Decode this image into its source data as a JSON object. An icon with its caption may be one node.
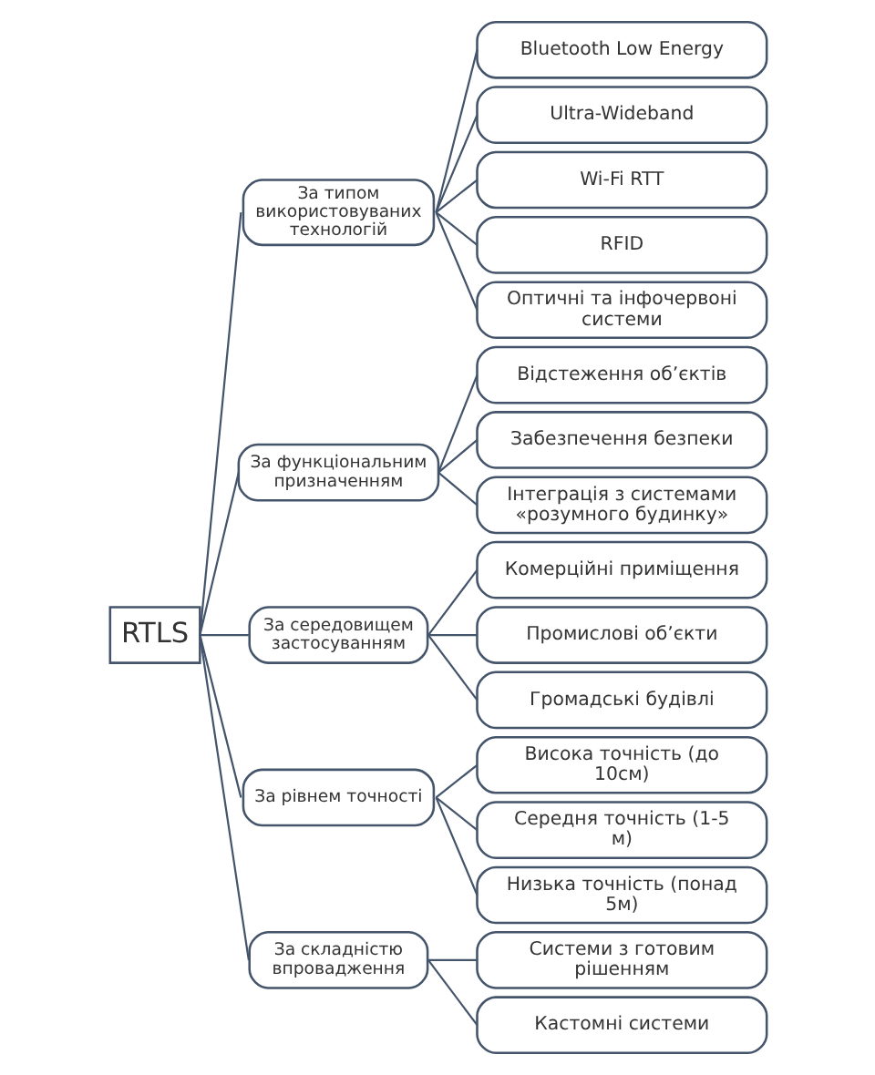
{
  "diagram": {
    "nodes": [
      {
        "text": [
          "RTLS"
        ]
      },
      {
        "text": [
          "За типом використовуваних технологій"
        ]
      },
      {
        "text": [
          "Bluetooth Low Energy"
        ]
      },
      {
        "text": [
          "Ultra-Wideband"
        ]
      },
      {
        "text": [
          "Wi-Fi RTT"
        ]
      },
      {
        "text": [
          "RFID"
        ]
      },
      {
        "text": [
          "Оптичні та інфочервоні системи"
        ]
      },
      {
        "text": [
          "За функціональним призначенням"
        ]
      },
      {
        "text": [
          "Відстеження об’єктів"
        ]
      },
      {
        "text": [
          "Забезпечення безпеки"
        ]
      },
      {
        "text": [
          "Інтеграція з системами «розумного будинку»"
        ]
      },
      {
        "text": [
          "За середовищем застосуванням"
        ]
      },
      {
        "text": [
          "Комерційні приміщення"
        ]
      },
      {
        "text": [
          "Промислові об’єкти"
        ]
      },
      {
        "text": [
          "Громадські будівлі"
        ]
      },
      {
        "text": [
          "За рівнем точності"
        ]
      },
      {
        "text": [
          "Висока точність (до 10см)"
        ]
      },
      {
        "text": [
          "Середня точність (1-5 м)"
        ]
      },
      {
        "text": [
          "Низька точність (понад 5м)"
        ]
      },
      {
        "text": [
          "За складністю впровадження"
        ]
      },
      {
        "text": [
          "Системи з готовим рішенням"
        ]
      },
      {
        "text": [
          "Кастомні системи"
        ]
      }
    ],
    "edges": [
      {
        "from": 0,
        "to": 1,
        "arrow": "none"
      },
      {
        "from": 1,
        "to": 2,
        "arrow": "none"
      },
      {
        "from": 1,
        "to": 3,
        "arrow": "none"
      },
      {
        "from": 1,
        "to": 4,
        "arrow": "none"
      },
      {
        "from": 1,
        "to": 5,
        "arrow": "none"
      },
      {
        "from": 1,
        "to": 6,
        "arrow": "none"
      },
      {
        "from": 0,
        "to": 7,
        "arrow": "none"
      },
      {
        "from": 7,
        "to": 8,
        "arrow": "none"
      },
      {
        "from": 7,
        "to": 9,
        "arrow": "none"
      },
      {
        "from": 7,
        "to": 10,
        "arrow": "none"
      },
      {
        "from": 0,
        "to": 11,
        "arrow": "none"
      },
      {
        "from": 11,
        "to": 12,
        "arrow": "none"
      },
      {
        "from": 11,
        "to": 13,
        "arrow": "none"
      },
      {
        "from": 11,
        "to": 14,
        "arrow": "none"
      },
      {
        "from": 0,
        "to": 15,
        "arrow": "none"
      },
      {
        "from": 15,
        "to": 16,
        "arrow": "none"
      },
      {
        "from": 15,
        "to": 17,
        "arrow": "none"
      },
      {
        "from": 15,
        "to": 18,
        "arrow": "none"
      },
      {
        "from": 0,
        "to": 19,
        "arrow": "none"
      },
      {
        "from": 19,
        "to": 20,
        "arrow": "none"
      },
      {
        "from": 19,
        "to": 21,
        "arrow": "none"
      }
    ]
  }
}
